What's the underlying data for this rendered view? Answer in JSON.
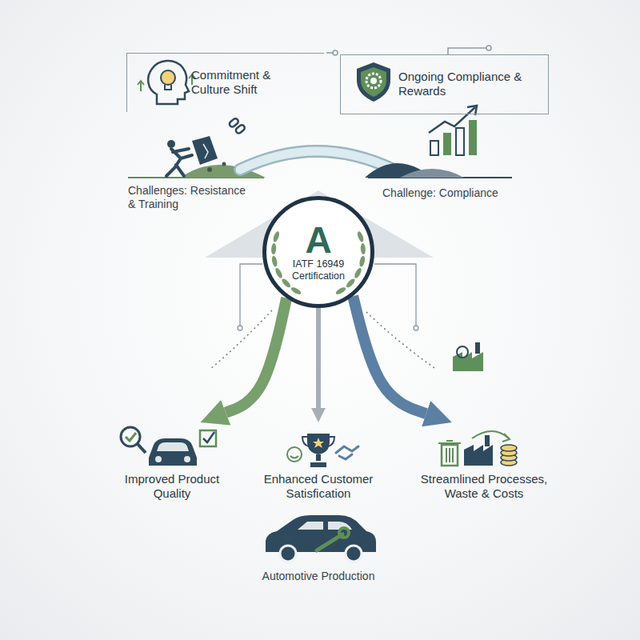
{
  "diagram": {
    "nodes": [
      {
        "text": [
          "Commitment & Culture Shift"
        ]
      },
      {
        "text": [
          "Ongoing Compliance & Rewards"
        ]
      },
      {
        "text": [
          "A",
          "IATF 16949 Certification"
        ]
      },
      {
        "text": [
          "Improved Product Quality"
        ]
      },
      {
        "text": [
          "Enhanced Customer Satisfication"
        ]
      },
      {
        "text": [
          "Streamlined Processes, Waste & Costs"
        ]
      }
    ],
    "edges": [
      {
        "from": 2,
        "to": 3,
        "arrow": "to"
      },
      {
        "from": 2,
        "to": 4,
        "arrow": "to"
      },
      {
        "from": 2,
        "to": 5,
        "arrow": "to"
      }
    ],
    "labels": [
      "Challenges: Resistance & Training",
      "Challenge: Compliance",
      "Automotive Production"
    ]
  }
}
